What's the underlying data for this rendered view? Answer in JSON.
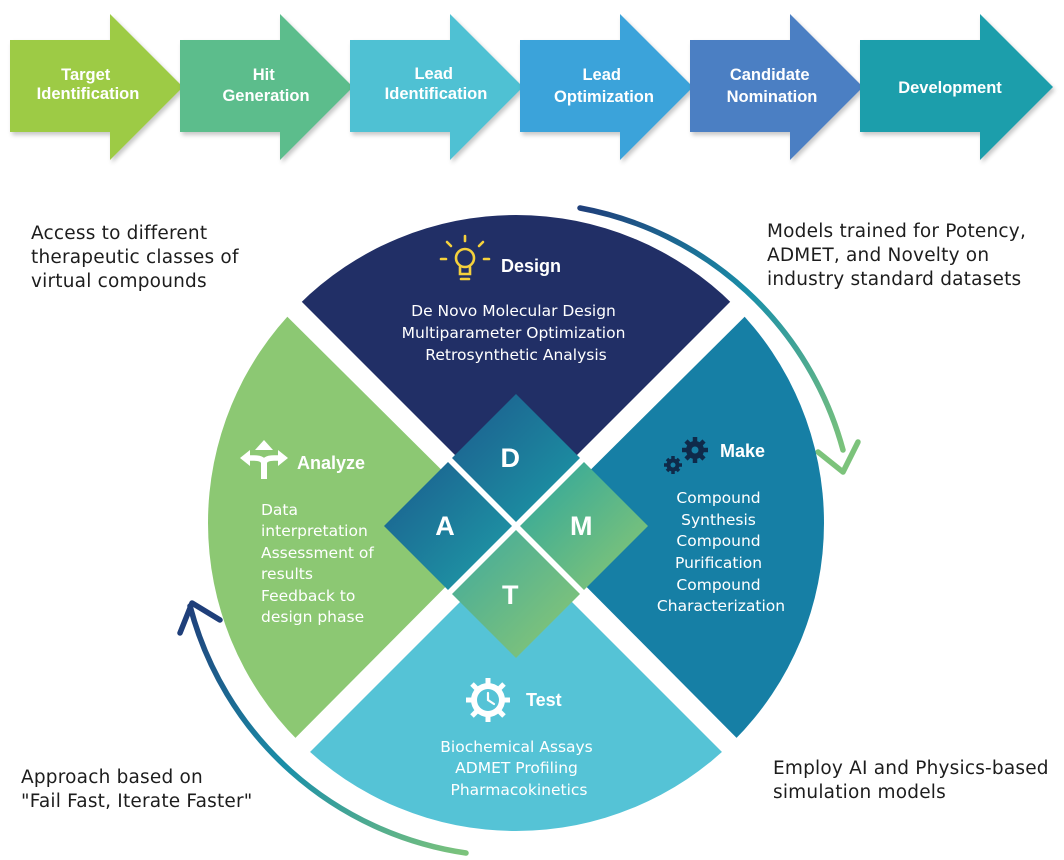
{
  "pipeline": [
    {
      "lines": [
        "Target",
        "Identification"
      ],
      "color": "#9dcb45"
    },
    {
      "lines": [
        "Hit",
        "Generation"
      ],
      "color": "#5bbd8c"
    },
    {
      "lines": [
        "Lead",
        "Identification"
      ],
      "color": "#4fc1d3"
    },
    {
      "lines": [
        "Lead",
        "Optimization"
      ],
      "color": "#3aa3da"
    },
    {
      "lines": [
        "Candidate",
        "Nomination"
      ],
      "color": "#4b7fc3"
    },
    {
      "lines": [
        "Development"
      ],
      "color": "#1c9eab"
    }
  ],
  "quadrants": {
    "design": {
      "title": "Design",
      "items": [
        "De Novo Molecular Design",
        "Multiparameter Optimization",
        "Retrosynthetic Analysis"
      ],
      "color": "#212f66",
      "letter": "D",
      "icon": "lightbulb-icon"
    },
    "make": {
      "title": "Make",
      "items": [
        "Compound",
        "Synthesis",
        "Compound",
        "Purification",
        "Compound",
        "Characterization"
      ],
      "color": "#167fa5",
      "letter": "M",
      "icon": "gears-icon"
    },
    "test": {
      "title": "Test",
      "items": [
        "Biochemical Assays",
        "ADMET Profiling",
        "Pharmacokinetics"
      ],
      "color": "#55c3d6",
      "letter": "T",
      "icon": "gear-clock-icon"
    },
    "analyze": {
      "title": "Analyze",
      "items": [
        "Data",
        "interpretation",
        "Assessment of",
        "results",
        "Feedback to",
        "design phase"
      ],
      "color": "#8cc873",
      "letter": "A",
      "icon": "split-arrows-icon"
    }
  },
  "notes": {
    "top_left": [
      "Access to different",
      "therapeutic classes of",
      "virtual compounds"
    ],
    "top_right": [
      "Models trained for Potency,",
      "ADMET, and Novelty on",
      "industry standard datasets"
    ],
    "bottom_left": [
      "Approach based on",
      "\"Fail Fast, Iterate Faster\""
    ],
    "bottom_right": [
      "Employ AI and Physics-based",
      "simulation models"
    ]
  }
}
